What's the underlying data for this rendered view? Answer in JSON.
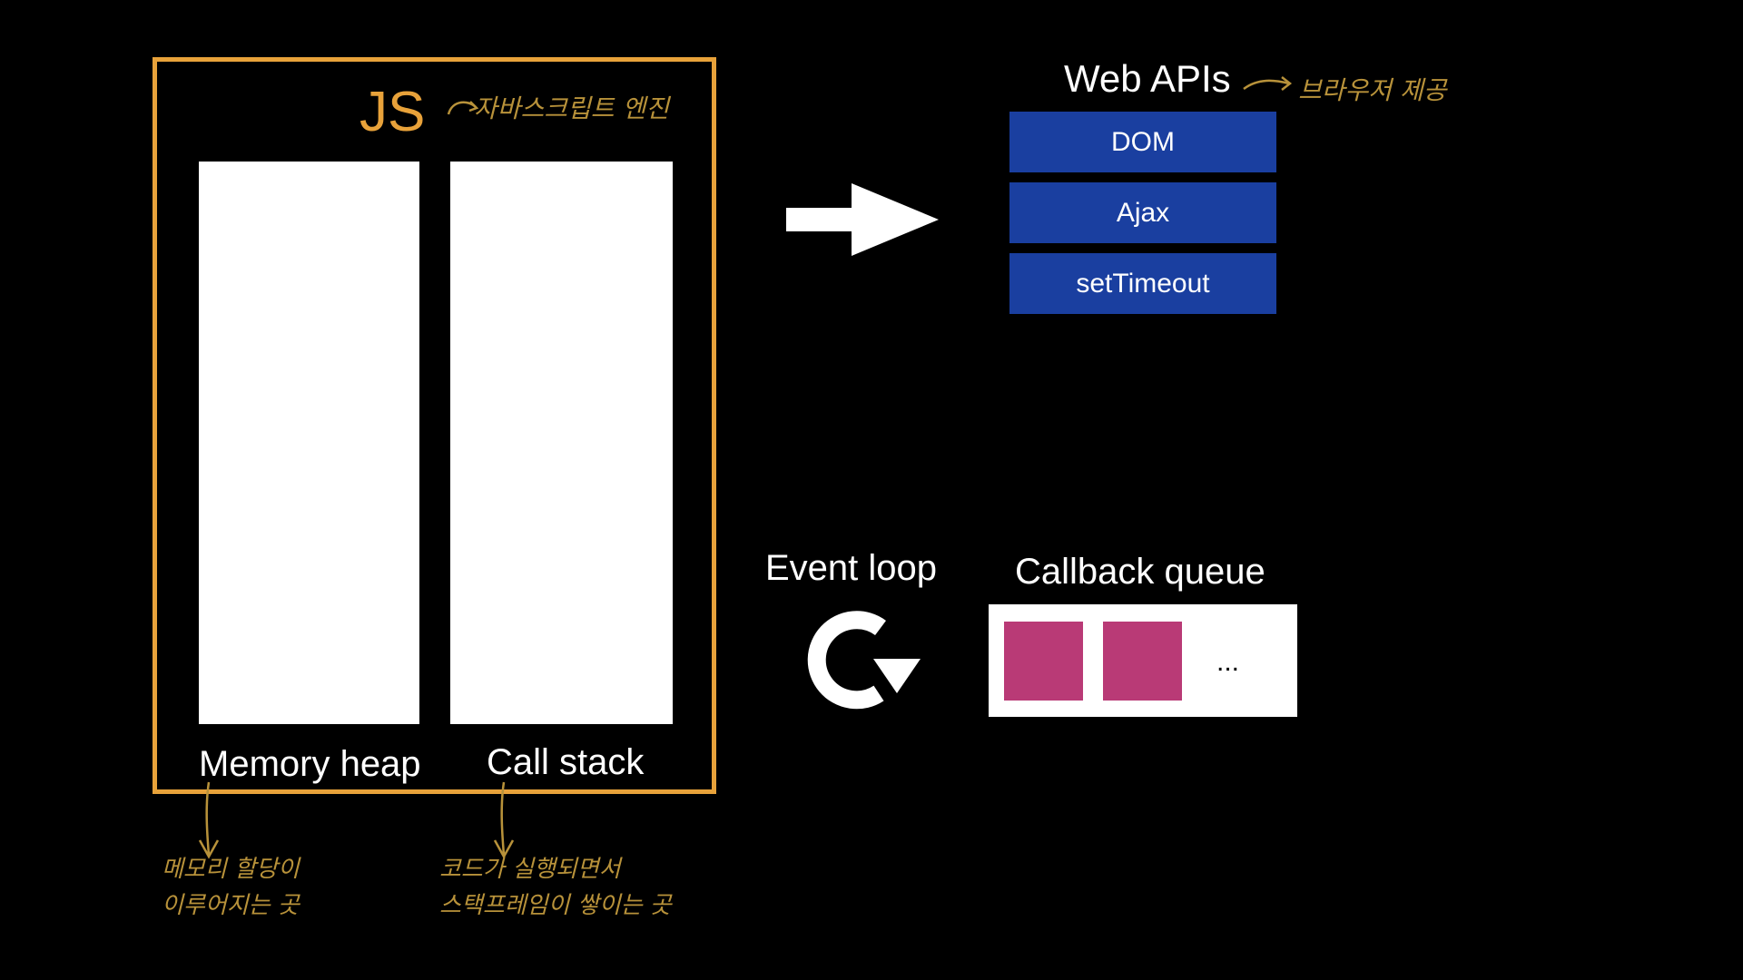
{
  "engine": {
    "title": "JS",
    "note": "자바스크립트 엔진",
    "memory_heap": {
      "label": "Memory heap",
      "note": "메모리 할당이\n이루어지는 곳"
    },
    "call_stack": {
      "label": "Call stack",
      "note": "코드가 실행되면서\n스택프레임이 쌓이는 곳"
    }
  },
  "web_apis": {
    "title": "Web APIs",
    "note": "브라우저 제공",
    "items": [
      "DOM",
      "Ajax",
      "setTimeout"
    ]
  },
  "event_loop": {
    "label": "Event loop"
  },
  "callback_queue": {
    "label": "Callback queue",
    "ellipsis": "..."
  },
  "colors": {
    "background": "#000000",
    "engine_border": "#E8A23A",
    "handwriting": "#B8923A",
    "api_box": "#1A3FA0",
    "task": "#B93A76"
  },
  "icons": [
    "arrow-right-icon",
    "refresh-loop-icon",
    "curved-arrow-icon",
    "down-arrow-icon"
  ]
}
